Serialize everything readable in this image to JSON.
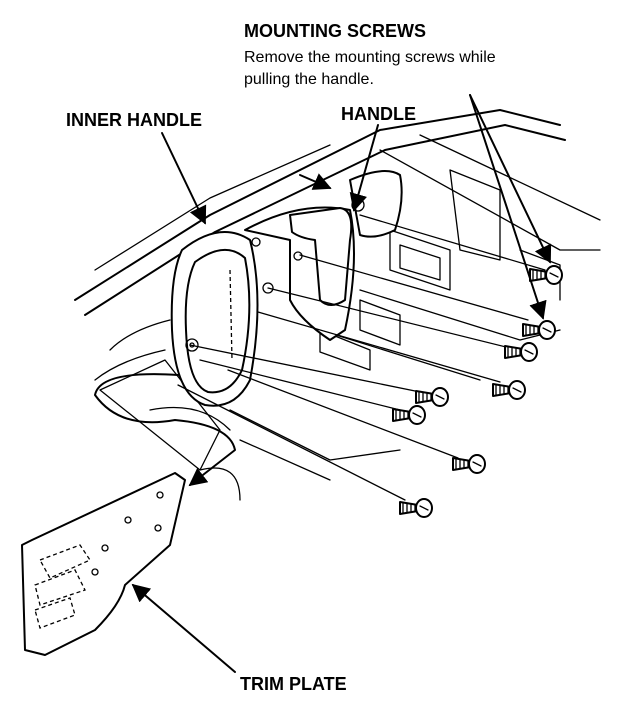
{
  "labels": {
    "mounting_screws_title": "MOUNTING SCREWS",
    "mounting_screws_note_line1": "Remove the mounting screws while",
    "mounting_screws_note_line2": "pulling the handle.",
    "inner_handle": "INNER HANDLE",
    "handle": "HANDLE",
    "trim_plate": "TRIM PLATE"
  },
  "icons": {
    "screw": "screw-icon",
    "arrow": "arrow-icon"
  },
  "colors": {
    "ink": "#000000",
    "paper": "#ffffff"
  }
}
